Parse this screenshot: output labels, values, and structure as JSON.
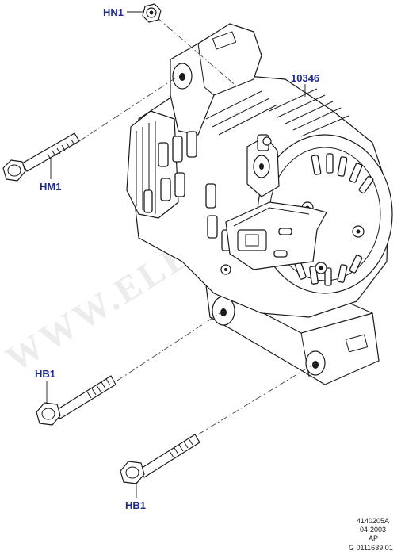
{
  "callouts": {
    "nut": "HN1",
    "alternator": "10346",
    "upper_bolt": "HM1",
    "lower_bolt_1": "HB1",
    "lower_bolt_2": "HB1"
  },
  "reference": {
    "drawing_number": "4140205A",
    "date": "04-2003",
    "region": "AP",
    "image_code": "G 0111639 01"
  },
  "watermark": "WWW.ELECTRON"
}
